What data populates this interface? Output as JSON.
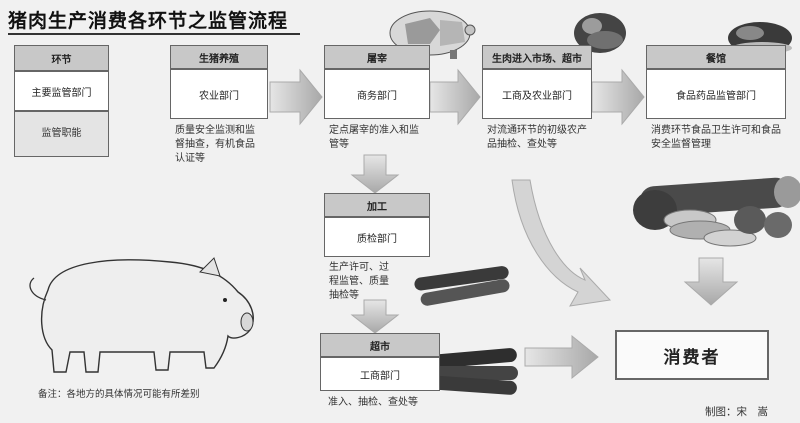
{
  "title": "猪肉生产消费各环节之监管流程",
  "legend": {
    "stage": "环节",
    "dept": "主要监管部门",
    "duty": "监管职能"
  },
  "stages": {
    "breeding": {
      "stage": "生猪养殖",
      "dept": "农业部门",
      "duty": "质量安全监测和监督抽查，有机食品认证等"
    },
    "slaughter": {
      "stage": "屠宰",
      "dept": "商务部门",
      "duty": "定点屠宰的准入和监管等"
    },
    "market": {
      "stage": "生肉进入市场、超市",
      "dept": "工商及农业部门",
      "duty": "对流通环节的初级农产品抽检、查处等"
    },
    "catering": {
      "stage": "餐馆",
      "dept": "食品药品监管部门",
      "duty": "消费环节食品卫生许可和食品安全监督管理"
    },
    "processing": {
      "stage": "加工",
      "dept": "质检部门",
      "duty": "生产许可、过程监管、质量抽检等"
    },
    "supermarket": {
      "stage": "超市",
      "dept": "工商部门",
      "duty": "准入、抽检、查处等"
    }
  },
  "consumer": "消费者",
  "note": "备注：各地方的具体情况可能有所差别",
  "credit": "制图：宋　嵩",
  "colors": {
    "head": "#c8c8c8",
    "box": "#ffffff",
    "arrow": "#c9c9c9",
    "line": "#666666"
  },
  "icons": [
    "pig-icon",
    "piggy-bank-icon",
    "ham-icon",
    "roast-meat-icon",
    "sausage-icon",
    "sausage-pile-icon",
    "deli-meat-pile-icon"
  ]
}
